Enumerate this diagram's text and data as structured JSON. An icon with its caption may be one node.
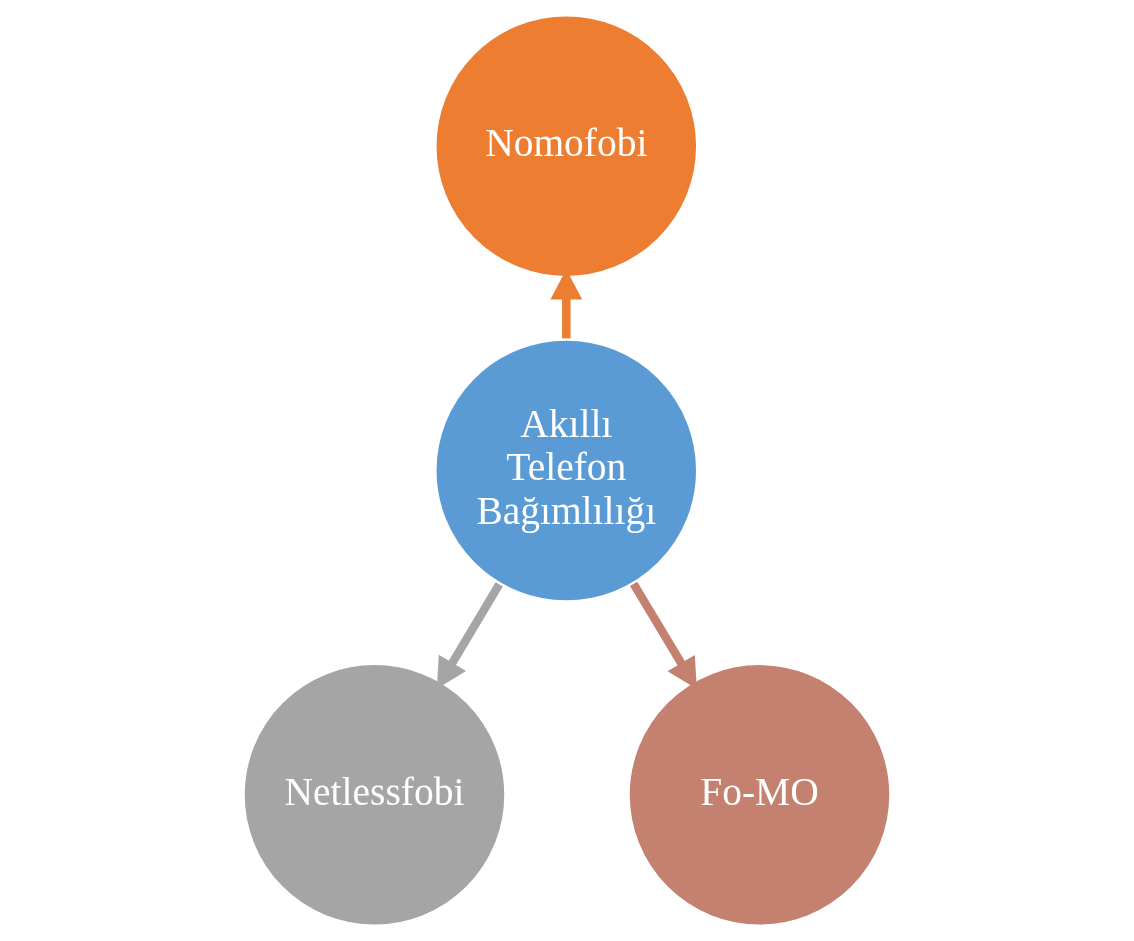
{
  "diagram": {
    "nodes": [
      {
        "text": [
          "Nomofobi"
        ]
      },
      {
        "text": [
          "Akıllı Telefon Bağımlılığı"
        ]
      },
      {
        "text": [
          "Netlessfobi"
        ]
      },
      {
        "text": [
          "Fo-MO"
        ]
      }
    ],
    "edges": [
      {
        "from": 1,
        "to": 0,
        "arrow": "to",
        "color": "#ed7d31"
      },
      {
        "from": 1,
        "to": 2,
        "arrow": "to",
        "color": "#a5a5a5"
      },
      {
        "from": 1,
        "to": 3,
        "arrow": "to",
        "color": "#c48170"
      }
    ]
  }
}
